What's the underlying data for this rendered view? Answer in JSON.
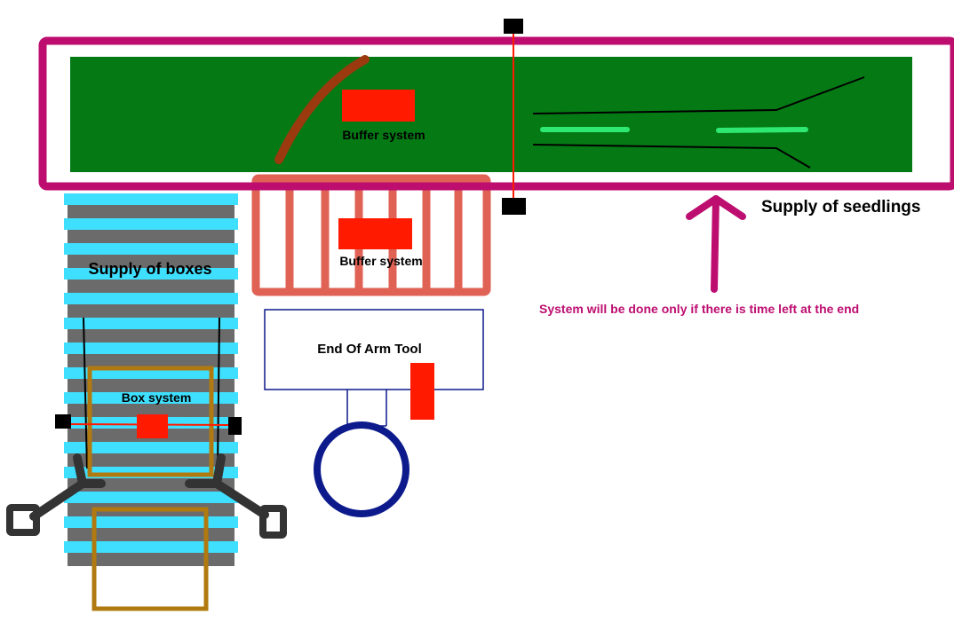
{
  "labels": {
    "buffer_system_top": "Buffer system",
    "buffer_system_mid": "Buffer system",
    "supply_of_boxes": "Supply of boxes",
    "supply_of_seedlings": "Supply of seedlings",
    "note": "System will be done only if there is time left at the end",
    "end_of_arm_tool": "End Of Arm Tool",
    "box_system": "Box system"
  },
  "colors": {
    "magenta_frame": "#BD0E70",
    "green_field": "#057A14",
    "red": "#FF1A00",
    "buffer_salmon": "#E06255",
    "conveyor_cyan": "#3FE0FF",
    "conveyor_gray": "#6B6B6B",
    "box_brown": "#B07A10",
    "tool_navy": "#0C1A8C",
    "dark_gray": "#333333",
    "branch_brown": "#9A3A0E",
    "light_green": "#2EE872",
    "black": "#000000"
  }
}
